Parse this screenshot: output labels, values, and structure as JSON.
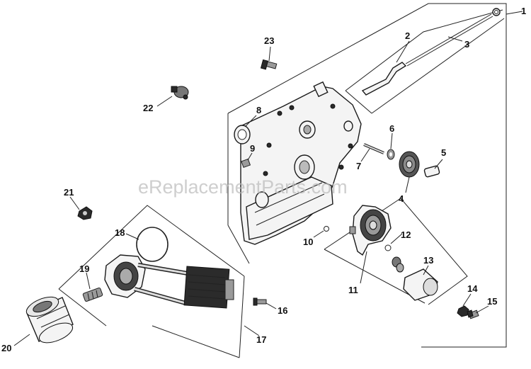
{
  "watermark": "eReplacementParts.com",
  "callouts": [
    "1",
    "2",
    "3",
    "4",
    "5",
    "6",
    "7",
    "8",
    "9",
    "10",
    "11",
    "12",
    "13",
    "14",
    "15",
    "16",
    "17",
    "18",
    "19",
    "20",
    "21",
    "22",
    "23"
  ]
}
